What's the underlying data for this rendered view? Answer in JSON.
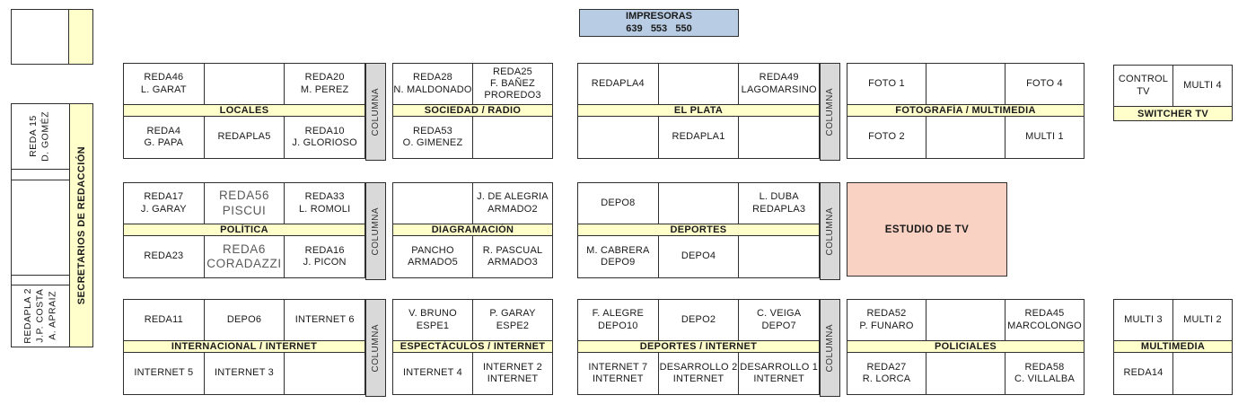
{
  "printers": {
    "title": "IMPRESORAS",
    "numbers": "639   553   550"
  },
  "columna_label": "COLUMNA",
  "left_panel": {
    "secretaries_label": "SECRETARIOS DE REDACCIÓN",
    "top_desk": "REDA 15\nD. GOMÉZ",
    "bottom_desk": "REDAPLA 2\nJ.P. COSTA\nA. APRAIZ"
  },
  "studio": {
    "label": "ESTUDIO DE TV"
  },
  "blocks": {
    "locales": {
      "label": "LOCALES",
      "top": [
        "REDA46\nL. GARAT",
        "",
        "REDA20\nM. PEREZ"
      ],
      "bottom": [
        "REDA4\nG. PAPA",
        "REDAPLA5",
        "REDA10\nJ. GLORIOSO"
      ]
    },
    "sociedad": {
      "label": "SOCIEDAD / RADIO",
      "top": [
        "REDA28\nN. MALDONADO",
        "REDA25\nF. BAÑEZ\nPROREDO3"
      ],
      "bottom": [
        "REDA53\nO. GIMENEZ",
        ""
      ]
    },
    "el_plata": {
      "label": "EL PLATA",
      "top": [
        "REDAPLA4",
        "",
        "REDA49\nLAGOMARSINO"
      ],
      "bottom": [
        "",
        "REDAPLA1",
        ""
      ]
    },
    "fotografia": {
      "label": "FOTOGRAFÍA / MULTIMEDIA",
      "top": [
        "FOTO 1",
        "",
        "FOTO 4"
      ],
      "bottom": [
        "FOTO 2",
        "",
        "MULTI 1"
      ]
    },
    "switcher": {
      "label": "SWITCHER TV",
      "top": [
        "CONTROL TV",
        "MULTI 4"
      ]
    },
    "politica": {
      "label": "POLÍTICA",
      "top": [
        "REDA17\nJ. GARAY",
        "REDA56\nPISCUI",
        "REDA33\nL. ROMOLI"
      ],
      "bottom": [
        "REDA23",
        "REDA6\nCORADAZZI",
        "REDA16\nJ. PICON"
      ]
    },
    "diagramacion": {
      "label": "DIAGRAMACIÓN",
      "top": [
        "",
        "J. DE ALEGRIA\nARMADO2"
      ],
      "bottom": [
        "PANCHO\nARMADO5",
        "R. PASCUAL\nARMADO3"
      ]
    },
    "deportes": {
      "label": "DEPORTES",
      "top": [
        "DEPO8",
        "",
        "L. DUBA\nREDAPLA3"
      ],
      "bottom": [
        "M. CABRERA\nDEPO9",
        "DEPO4",
        ""
      ]
    },
    "internacional": {
      "label": "INTERNACIONAL / INTERNET",
      "top": [
        "REDA11",
        "DEPO6",
        "INTERNET 6"
      ],
      "bottom": [
        "INTERNET 5",
        "INTERNET 3",
        ""
      ]
    },
    "espectaculos": {
      "label": "ESPECTÁCULOS / INTERNET",
      "top": [
        "V. BRUNO\nESPE1",
        "P. GARAY\nESPE2"
      ],
      "bottom": [
        "INTERNET 4",
        "INTERNET 2\nINTERNET"
      ]
    },
    "deportes_internet": {
      "label": "DEPORTES / INTERNET",
      "top": [
        "F. ALEGRE\nDEPO10",
        "DEPO2",
        "C. VEIGA\nDEPO7"
      ],
      "bottom": [
        "INTERNET 7\nINTERNET",
        "DESARROLLO 2\nINTERNET",
        "DESARROLLO 1\nINTERNET"
      ]
    },
    "policiales": {
      "label": "POLICIALES",
      "top": [
        "REDA52\nP. FUNARO",
        "",
        "REDA45\nMARCOLONGO"
      ],
      "bottom": [
        "REDA27\nR. LORCA",
        "",
        "REDA58\nC. VILLALBA"
      ]
    },
    "multimedia": {
      "label": "MULTIMEDIA",
      "top": [
        "MULTI 3",
        "MULTI 2"
      ],
      "bottom": [
        "REDA14",
        ""
      ]
    }
  },
  "colors": {
    "band_yellow": "#ffffcc",
    "columna_gray": "#d9d9d9",
    "printers_blue": "#b8cce4",
    "studio_pink": "#fad2c4",
    "line": "#2f2f2f"
  }
}
